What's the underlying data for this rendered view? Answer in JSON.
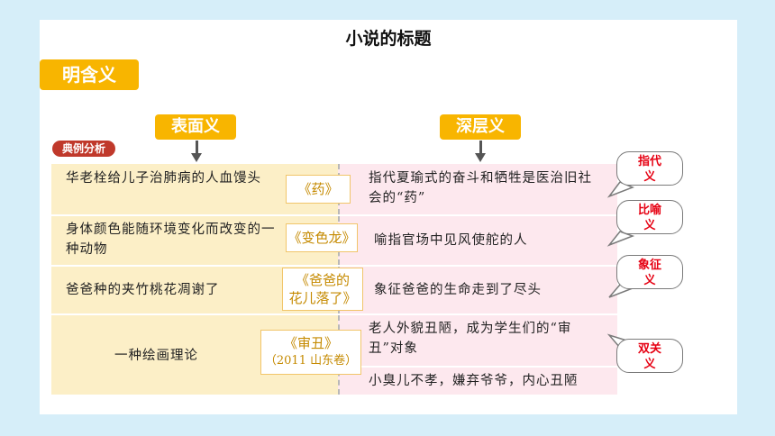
{
  "slide": {
    "title": "小说的标题",
    "main_label": "明含义",
    "surface_label": "表面义",
    "deep_label": "深层义",
    "badge": "典例分析"
  },
  "rows": [
    {
      "surface": "华老栓给儿子治肺病的人血馒头",
      "work": "《药》",
      "deep": "指代夏瑜式的奋斗和牺牲是医治旧社会的“药”",
      "tag": "指代义"
    },
    {
      "surface": "身体颜色能随环境变化而改变的一种动物",
      "work": "《变色龙》",
      "deep": "喻指官场中见风使舵的人",
      "tag": "比喻义"
    },
    {
      "surface": "爸爸种的夹竹桃花凋谢了",
      "work_line1": "《爸爸的",
      "work_line2": "花儿落了》",
      "deep": "象征爸爸的生命走到了尽头",
      "tag": "象征义"
    },
    {
      "surface": "一种绘画理论",
      "work_line1": "《审丑》",
      "work_line2": "（2011 山东卷）",
      "deep_a": "老人外貌丑陋，成为学生们的“审丑”对象",
      "deep_b": "小臭儿不孝，嫌弃爷爷，内心丑陋",
      "tag": "双关义"
    }
  ],
  "colors": {
    "accent": "#f8b500",
    "background": "#d6eef9",
    "left_cell": "#fcefc7",
    "right_cell": "#fde8ee",
    "tag_text": "#e60012"
  }
}
